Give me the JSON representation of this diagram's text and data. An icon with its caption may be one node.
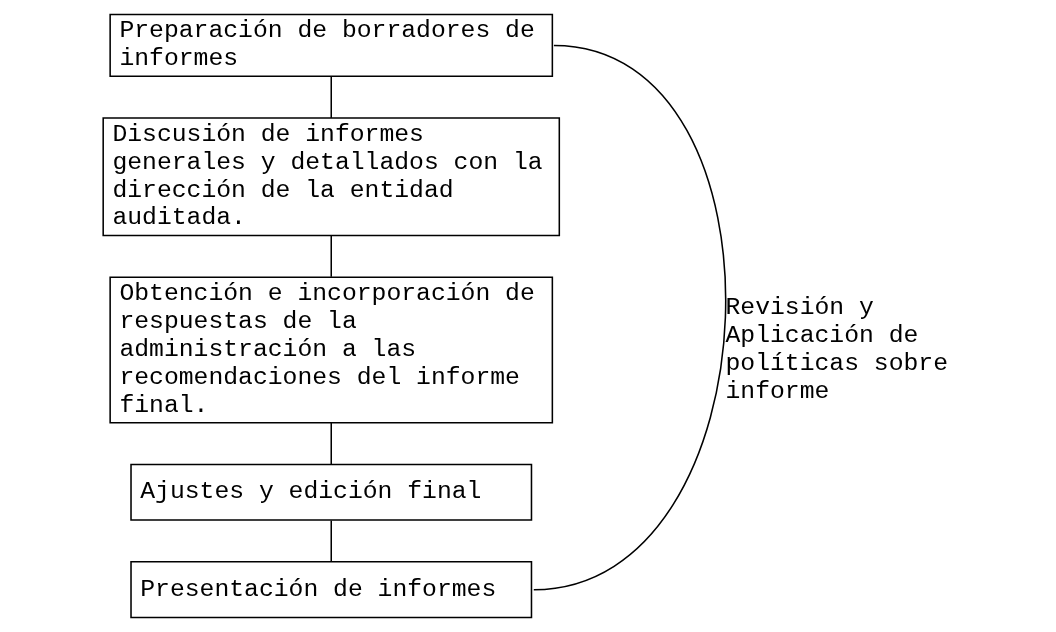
{
  "diagram": {
    "nodes": [
      {
        "text": [
          "Preparación de borradores de informes"
        ]
      },
      {
        "text": [
          "Discusión de informes generales y detallados con la dirección de la entidad auditada."
        ]
      },
      {
        "text": [
          "Obtención e incorporación de respuestas de la administración a las recomendaciones del informe final."
        ]
      },
      {
        "text": [
          "Ajustes y edición final"
        ]
      },
      {
        "text": [
          "Presentación de informes"
        ]
      }
    ],
    "edges": [
      {
        "from": 0,
        "to": 1,
        "arrow": "none"
      },
      {
        "from": 1,
        "to": 2,
        "arrow": "none"
      },
      {
        "from": 2,
        "to": 3,
        "arrow": "none"
      },
      {
        "from": 3,
        "to": 4,
        "arrow": "none"
      },
      {
        "from": 0,
        "to": 4,
        "arrow": "none",
        "label": "Revisión y Aplicación de políticas sobre informe"
      }
    ]
  }
}
